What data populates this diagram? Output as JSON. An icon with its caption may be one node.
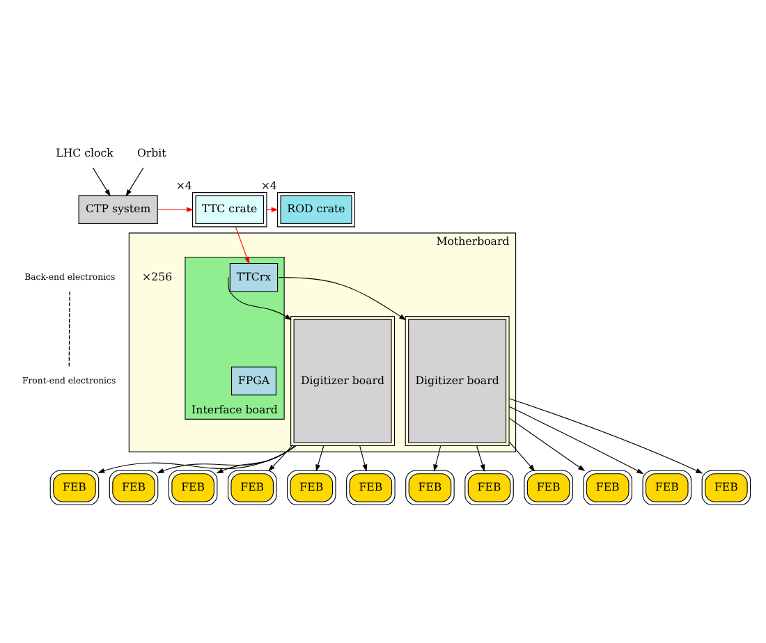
{
  "diagram": {
    "nodes": [
      {
        "text": [
          "ROD crate"
        ],
        "beside": [
          "×4"
        ]
      },
      {
        "text": [
          "TTC crate"
        ],
        "beside": [
          "×4"
        ]
      },
      {
        "text": [
          "CTP system"
        ]
      },
      {
        "text": [
          "LHC clock"
        ]
      },
      {
        "text": [
          "Orbit"
        ]
      },
      {
        "text": [
          "Motherboard"
        ],
        "beside": [
          "×256"
        ]
      },
      {
        "text": [
          "Digitizer board"
        ],
        "in": 5
      },
      {
        "text": [
          "Interface board"
        ],
        "in": 5
      },
      {
        "text": [
          "TTCrx"
        ],
        "in": 7
      },
      {
        "text": [
          "FPGA"
        ],
        "in": 7
      },
      {
        "text": [
          "Digitizer board"
        ],
        "in": 5
      },
      {
        "text": [
          "FEB"
        ]
      },
      {
        "text": [
          "FEB"
        ]
      },
      {
        "text": [
          "FEB"
        ]
      },
      {
        "text": [
          "FEB"
        ]
      },
      {
        "text": [
          "FEB"
        ]
      },
      {
        "text": [
          "FEB"
        ]
      },
      {
        "text": [
          "FEB"
        ]
      },
      {
        "text": [
          "FEB"
        ]
      },
      {
        "text": [
          "FEB"
        ]
      },
      {
        "text": [
          "FEB"
        ]
      },
      {
        "text": [
          "FEB"
        ]
      },
      {
        "text": [
          "FEB"
        ]
      }
    ],
    "edges": [
      {
        "from": 3,
        "to": 2,
        "arrow": "to"
      },
      {
        "from": 4,
        "to": 2,
        "arrow": "to"
      },
      {
        "from": 2,
        "to": 1,
        "arrow": "to",
        "color": "#ff0000"
      },
      {
        "from": 1,
        "to": 0,
        "arrow": "to",
        "color": "#ff0000"
      },
      {
        "from": 1,
        "to": 8,
        "arrow": "to",
        "color": "#ff0000"
      },
      {
        "from": 8,
        "to": 6,
        "arrow": "to"
      },
      {
        "from": 8,
        "to": 10,
        "arrow": "to"
      },
      {
        "from": 6,
        "to": 11,
        "arrow": "to"
      },
      {
        "from": 6,
        "to": 12,
        "arrow": "to"
      },
      {
        "from": 6,
        "to": 13,
        "arrow": "to"
      },
      {
        "from": 6,
        "to": 14,
        "arrow": "to"
      },
      {
        "from": 6,
        "to": 15,
        "arrow": "to"
      },
      {
        "from": 6,
        "to": 16,
        "arrow": "to"
      },
      {
        "from": 10,
        "to": 17,
        "arrow": "to"
      },
      {
        "from": 10,
        "to": 18,
        "arrow": "to"
      },
      {
        "from": 10,
        "to": 19,
        "arrow": "to"
      },
      {
        "from": 10,
        "to": 20,
        "arrow": "to"
      },
      {
        "from": 10,
        "to": 21,
        "arrow": "to"
      },
      {
        "from": 10,
        "to": 22,
        "arrow": "to"
      }
    ],
    "labels": [
      "Back-end electronics",
      "Front-end electronics"
    ]
  }
}
